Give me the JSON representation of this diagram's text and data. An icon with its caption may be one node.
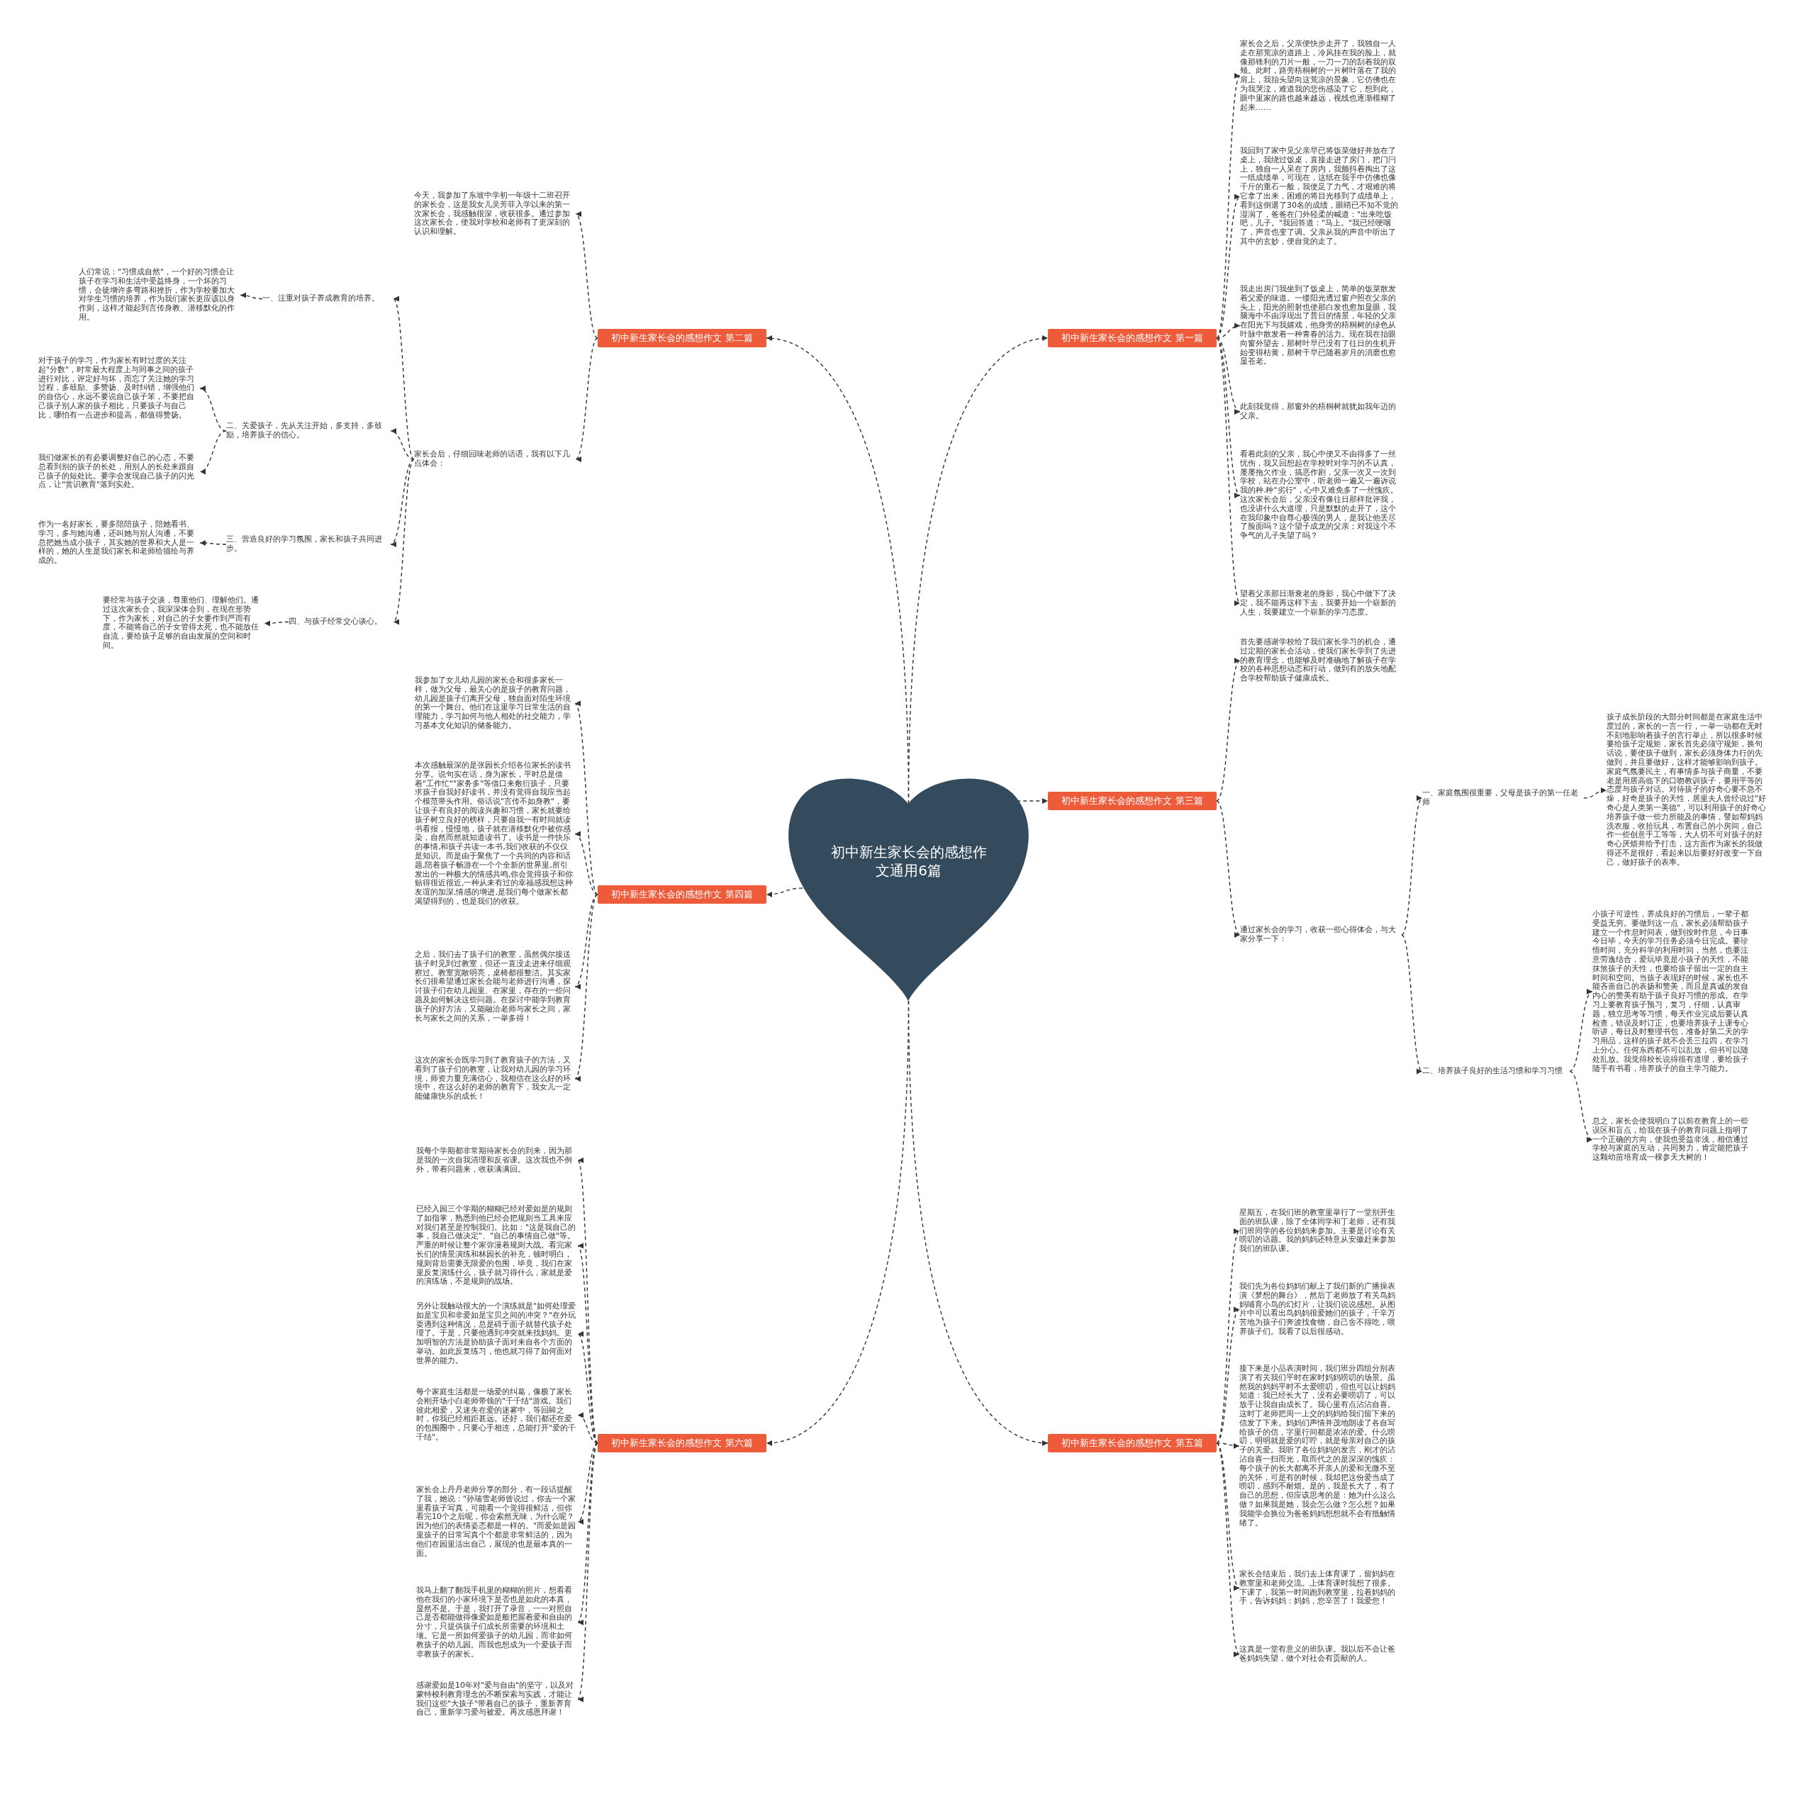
{
  "diagram": {
    "nodes": [
      {
        "text": [
          "初中新生家长会的感想作文通用6篇"
        ]
      },
      {
        "text": [
          "初中新生家长会的感想作文 第一篇"
        ]
      },
      {
        "text": [
          "家长会之后，父亲便快步走开了，我独自一人走在那荒凉的道路上，冷风挂在我的脸上，就像那锋利的刀片一般，一刀一刀的刮着我的双颊。此时，路旁梧桐树的一片树叶落在了我的肩上，我抬头望向这荒凉的景象，它仿佛也在为我哭泣，难道我的悲伤感染了它，想到此，眼中里家的路也越来越远，视线也逐渐模糊了起来……"
        ]
      },
      {
        "text": [
          "我回到了家中见父亲早已将饭菜做好并放在了桌上，我绕过饭桌，直接走进了房门，把门闩上，独自一人呆在了房内，我颤抖着掏出了这一纸成绩单，可现在，这纸在我手中仿佛也像千斤的重石一般，我使足了力气，才艰难的将它拿了出来，困难的将目光移到了成绩单上，看到这倒退了30名的成绩，眼睛已不知不觉的湿润了，爸爸在门外轻柔的喊道：\"出来吃饭吧，儿子。\"我回答道：\"马上。\"我已经哽咽了，声音也变了调。父亲从我的声音中听出了其中的玄妙，便自觉的走了。"
        ]
      },
      {
        "text": [
          "我走出房门我坐到了饭桌上，简单的饭菜散发着父爱的味道。一缕阳光透过窗户照在父亲的头上，阳光的照射也使那白发也愈加显眼，我脑海中不由浮现出了昔日的情景，年轻的父亲在阳光下与我嬉戏，他身旁的梧桐树的绿色从叶脉中散发着一种青春的活力。现在我在抬眼向窗外望去，那树叶早已没有了往日的生机开始变得枯黄，那树干早已随着岁月的消磨也愈显苍老。"
        ]
      },
      {
        "text": [
          "此刻我觉得，那窗外的梧桐树就犹如我年迈的父亲。"
        ]
      },
      {
        "text": [
          "看着此刻的父亲，我心中便又不由得多了一丝忧伤，我又回想起在学校时对学习的不认真，屡屡拖欠作业，搞恶作剧，父亲一次又一次到学校，站在办公室中，听老师一遍又一遍诉说我的种.种\"劣行\"，心中又难免多了一丝愧疚。这次家长会后，父亲没有像往日那样批评我，也没讲什么大道理，只是默默的走开了，这个在我印象中自尊心极强的男人，是我让他丢尽了脸面吗？这个望子成龙的父亲；对我这个不争气的儿子失望了吗？"
        ]
      },
      {
        "text": [
          "望着父亲那日渐衰老的身影，我心中做下了决定，我不能再这样下去，我要开始一个崭新的人生，我要建立一个崭新的学习态度。"
        ]
      },
      {
        "text": [
          "初中新生家长会的感想作文 第二篇"
        ]
      },
      {
        "text": [
          "今天，我参加了东坡中学初一年级十二班召开的家长会，这是我女儿吴芳菲入学以来的第一次家长会，我感触很深，收获很多。通过参加这次家长会，使我对学校和老师有了更深刻的认识和理解。"
        ]
      },
      {
        "text": [
          "家长会后，仔细回味老师的话语，我有以下几点体会："
        ]
      },
      {
        "text": [
          "一、注重对孩子养成教育的培养。"
        ]
      },
      {
        "text": [
          "人们常说：\"习惯成自然\"，一个好的习惯会让孩子在学习和生活中受益终身，一个坏的习惯，会徒增许多弯路和挫折，作为学校要加大对学生习惯的培养，作为我们家长更应该以身作则，这样才能起到言传身教、潜移默化的作用。"
        ]
      },
      {
        "text": [
          "二、关爱孩子，先从关注开始，多支持，多鼓励，培养孩子的信心。"
        ]
      },
      {
        "text": [
          "对于孩子的学习，作为家长有时过度的关注起\"分数\"，时常最大程度上与同事之间的孩子进行对比，评定好与坏，而忘了关注她的学习过程，多鼓励、多赞扬、及时纠错，增强他们的自信心，永远不要说自己孩子笨，不要把自己孩子别人家的孩子相比，只要孩子与自己比，哪怕有一点进步和提高，都值得赞扬。"
        ]
      },
      {
        "text": [
          "我们做家长的有必要调整好自己的心态，不要总看到别的孩子的长处，用别人的长处来跟自己孩子的短处比。要学会发现自己孩子的闪光点，让\"赏识教育\"落到实处。"
        ]
      },
      {
        "text": [
          "三、营造良好的学习氛围，家长和孩子共同进步。"
        ]
      },
      {
        "text": [
          "作为一名好家长，要多陪陪孩子，陪她看书、学习，多与她沟通，还叫她与别人沟通，不要总把她当成小孩子，其实她的世界和大人是一样的，她的人生是我们家长和老师给描绘与养成的。"
        ]
      },
      {
        "text": [
          "四、与孩子经常交心谈心。"
        ]
      },
      {
        "text": [
          "要经常与孩子交谈，尊重他们、理解他们。通过这次家长会，我深深体会到，在现在形势下，作为家长，对自己的子女要作到严而有度，不能将自己的子女管得太死，也不能放任自流，要给孩子足够的自由发展的空间和时间。"
        ]
      },
      {
        "text": [
          "初中新生家长会的感想作文 第三篇"
        ]
      },
      {
        "text": [
          "首先要感谢学校给了我们家长学习的机会，通过定期的家长会活动，使我们家长学到了先进的教育理念，也能够及时准确地了解孩子在学校的各种思想动态和行动，做到有的放矢地配合学校帮助孩子健康成长。"
        ]
      },
      {
        "text": [
          "通过家长会的学习，收获一些心得体会，与大家分享一下："
        ]
      },
      {
        "text": [
          "一、家庭氛围很重要，父母是孩子的第一任老师"
        ]
      },
      {
        "text": [
          "孩子成长阶段的大部分时间都是在家庭生活中度过的，家长的一言一行，一举一动都在无时不刻地影响着孩子的言行举止，所以很多时候要给孩子定规矩，家长首先必须守规矩，换句话说，要使孩子做到，家长必须身体力行的先做到，并且要做好，这样才能够影响到孩子。家庭气氛要民主，有事情多与孩子商量，不要老是用居高临下的口吻教训孩子，要用平等的态度与孩子对话。对待孩子的好奇心要不急不燥，好奇是孩子的天性，居里夫人曾经说过\"好奇心是人类第一美德\"，可以利用孩子的好奇心培养孩子做一些力所能及的事情，譬如帮妈妈洗衣服，收拾玩具，布置自己的小房间，自己作一些创意手工等等，大人切不可对孩子的好奇心厌烦并给予打击，这方面作为家长的我做得还不是很好，看起来以后要好好改变一下自己，做好孩子的表率。"
        ]
      },
      {
        "text": [
          "二、培养孩子良好的生活习惯和学习习惯"
        ]
      },
      {
        "text": [
          "小孩子可逆性，养成良好的习惯后，一辈子都受益无穷。要做到这一点，家长必须帮助孩子建立一个作息时间表，做到按时作息，今日事今日毕，今天的学习任务必须今日完成。要珍惜时间，充分科学的利用时间，当然，也要注意劳逸结合，爱玩毕竟是小孩子的天性，不能抹煞孩子的天性，也要给孩子留出一定的自主时间和空间。当孩子表现好的时候，家长也不能吝啬自己的表扬和赞美，而且是真诚的发自内心的赞美有助于孩子良好习惯的形成。在学习上要教育孩子预习，复习，仔细，认真审题，独立思考等习惯，每天作业完成后要认真检查，错误及时订正，也要培养孩子上课专心听讲，每日及时整理书包，准备好第二天的学习用品，这样的孩子就不会丢三拉四，在学习上分心。任何东西都不可以乱放，但书可以随处乱放。我觉得校长说得很有道理，要给孩子随手有书看，培养孩子的自主学习能力。"
        ]
      },
      {
        "text": [
          "总之，家长会使我明白了以前在教育上的一些误区和盲点，给我在孩子的教育问题上指明了一个正确的方向，使我也受益非浅，相信通过学校与家庭的互动，共同努力，肯定能把孩子这颗幼苗培育成一棵参天大树的！"
        ]
      },
      {
        "text": [
          "初中新生家长会的感想作文 第四篇"
        ]
      },
      {
        "text": [
          "我参加了女儿幼儿园的家长会和很多家长一样，做为父母，最关心的是孩子的教育问题，幼儿园是孩子们离开父母，独自面对陌生环境的第一个舞台。他们在这里学习日常生活的自理能力，学习如何与他人相处的社交能力，学习基本文化知识的储备能力。"
        ]
      },
      {
        "text": [
          "本次感触最深的是张园长介绍各位家长的读书分享。说句实在话，身为家长，平时总是借着\"工作忙\"\"家务多\"等借口来敷衍孩子，只要求孩子自我好好读书，并没有觉得自我应当起个模范带头作用。俗话说\"言传不如身教\"，要让孩子有良好的阅读兴趣和习惯，家长就要给孩子树立良好的榜样，只要自我一有时间就读书看报，慢慢地，孩子就在潜移默化中被你感染，自然而然就知道读书了。读书是一件快乐的事情,和孩子共读一本书,我们收获的不仅仅是知识。而是由于聚焦了一个共同的内容和话题,陪着孩子畅游在一个个全新的世界里,所引发出的一种极大的情感共鸣,你会觉得孩子和你贴得很近很近,一种从未有过的幸福感我想这种友谊的加深,情感的增进,是我们每个做家长都渴望得到的，也是我们的收获。"
        ]
      },
      {
        "text": [
          "之后，我们去了孩子们的教室，虽然偶尔接送孩子时见到过教室，但还一直没走进来仔细观察过。教室宽敞明亮，桌椅都很整洁。其实家长们很希望通过家长会能与老师进行沟通，探讨孩子们在幼儿园里、在家里，存在的一些问题及如何解决这些问题。在探讨中能学到教育孩子的好方法，又能融洽老师与家长之间，家长与家长之间的关系，一举多得！"
        ]
      },
      {
        "text": [
          "这次的家长会既学习到了教育孩子的方法，又看到了孩子们的教室，让我对幼儿园的学习环境，师资力量充满信心，我相信在这么好的环境中，在这么好的老师的教育下，我女儿一定能健康快乐的成长！"
        ]
      },
      {
        "text": [
          "初中新生家长会的感想作文 第五篇"
        ]
      },
      {
        "text": [
          "星期五，在我们班的教室里举行了一堂别开生面的班队课，除了全体同学和丁老师，还有我们班同学的各位妈妈来参加。主要是讨论有关唠叨的话题。我的妈妈还特意从安徽赶来参加我们的班队课。"
        ]
      },
      {
        "text": [
          "我们先为各位妈妈们献上了我们新的广播操表演《梦想的舞台》，然后丁老师放了有关鸟妈妈哺育小鸟的幻灯片，让我们说说感想。从图片中可以看出鸟妈妈很爱她们的孩子，千辛万苦地为孩子们奔波找食物，自己舍不得吃，喂养孩子们。我看了以后很感动。"
        ]
      },
      {
        "text": [
          "接下来是小品表演时间，我们班分四组分别表演了有关我们平时在家时妈妈唠叨的场景。虽然我的妈妈平时不太爱唠叨，但也可以让妈妈知道：我已经长大了，没有必要唠叨了，可以放手让我自由成长了。我心里有点沾沾自喜。这时丁老师把周一上交的妈妈给我们留下来的信发了下来。妈妈们声情并茂地朗读了各自写给孩子的信，字里行间都是浓浓的爱。什么唠叨，明明就是爱的叮咛，就是母亲对自己的孩子的关爱。我听了各位妈妈的发言，刚才的沾沾自喜一扫而光，取而代之的是深深的愧疚：每个孩子的长大都离不开亲人的爱和无微不至的关怀，可是有的时候，我却把这份爱当成了唠叨，感到不耐烦。是的，我是长大了，有了自己的思想，但应该思考的是：她为什么这么做？如果我是她，我会怎么做？怎么想？如果我能学会换位为爸爸妈妈想想就不会有抵触情绪了。"
        ]
      },
      {
        "text": [
          "家长会结束后，我们去上体育课了，留妈妈在教室里和老师交流。上体育课时我想了很多。下课了，我第一时间跑到教室里，拉着妈妈的手，告诉妈妈：妈妈，您辛苦了！我爱您！"
        ]
      },
      {
        "text": [
          "这真是一堂有意义的班队课。我以后不会让爸爸妈妈失望，做个对社会有贡献的人。"
        ]
      },
      {
        "text": [
          "初中新生家长会的感想作文 第六篇"
        ]
      },
      {
        "text": [
          "我每个学期都非常期待家长会的到来，因为那是我的一次自我清理和反省课。这次我也不例外，带着问题来，收获满满回。"
        ]
      },
      {
        "text": [
          "已经入园三个学期的糊糊已经对爱如是的规则了如指掌，熟悉到他已经会把规则当工具来应对我们甚至是控制我们。比如：\"这是我自己的事，我自己做决定\"、\"自己的事情自己做\"等。严重的时候让整个家弥漫着规则大战。看完家长们的情景演练和林园长的补充，顿时明白，规则背后需要无限爱的包围，毕竟，我们在家里反复演练什么，孩子就习得什么，家就是爱的演练场，不是规则的战场。"
        ]
      },
      {
        "text": [
          "另外让我触动很大的一个演练就是\"如何处理爱如是宝贝和非爱如是宝贝之间的冲突？\"在外玩耍遇到这种情况，总是碍于面子就替代孩子处理了。于是，只要他遇到冲突就来找妈妈。更加明智的方法是协助孩子面对来自各个方面的举动。如此反复练习，他也就习得了如何面对世界的能力。"
        ]
      },
      {
        "text": [
          "每个家庭生活都是一场爱的纠葛，像极了家长会刚开场小白老师带领的\"千千结\"游戏。我们彼此相爱，又迷失在爱的迷雾中，等回眸之时，你我已经相距甚远。还好，我们都还在爱的包围圈中，只要心手相连，总能打开\"爱的千千结\"。"
        ]
      },
      {
        "text": [
          "家长会上丹丹老师分享的部分，有一段话提醒了我，她说：\"孙瑞雪老师曾说过，你去一个家里看孩子写真，可能看一个觉得很鲜活，但你看完10个之后呢，你会索然无味，为什么呢？因为他们的表情姿态都是一样的。\"而爱如是园里孩子的日常写真个个都是非常鲜活的，因为他们在园里活出自己，展现的也是最本真的一面。"
        ]
      },
      {
        "text": [
          "我马上翻了翻我手机里的糊糊的照片，想看看他在我们的小家环境下是否也是如此的本真，显然不是。于是，我打开了录音，一一对照自己是否都能做得像爱如是般把握着爱和自由的分寸，只提供孩子们成长所需要的环境和土壤。它是一所如何爱孩子的幼儿园，而非如何教孩子的幼儿园。而我也想成为一个爱孩子而非教孩子的家长。"
        ]
      },
      {
        "text": [
          "感谢爱如是10年对\"爱与自由\"的坚守，以及对蒙特梭利教育理念的不断探索与实践，才能让我们这些\"大孩子\"带着自己的孩子，重新养育自己，重新学习爱与被爱。再次感恩拜谢！"
        ]
      }
    ],
    "edges": [
      {
        "from": 0,
        "to": 1,
        "arrow": "to",
        "style": "dashed"
      },
      {
        "from": 1,
        "to": 2,
        "arrow": "to",
        "style": "dashed"
      },
      {
        "from": 1,
        "to": 3,
        "arrow": "to",
        "style": "dashed"
      },
      {
        "from": 1,
        "to": 4,
        "arrow": "to",
        "style": "dashed"
      },
      {
        "from": 1,
        "to": 5,
        "arrow": "to",
        "style": "dashed"
      },
      {
        "from": 1,
        "to": 6,
        "arrow": "to",
        "style": "dashed"
      },
      {
        "from": 1,
        "to": 7,
        "arrow": "to",
        "style": "dashed"
      },
      {
        "from": 0,
        "to": 8,
        "arrow": "to",
        "style": "dashed"
      },
      {
        "from": 8,
        "to": 9,
        "arrow": "to",
        "style": "dashed"
      },
      {
        "from": 8,
        "to": 10,
        "arrow": "to",
        "style": "dashed"
      },
      {
        "from": 10,
        "to": 11,
        "arrow": "to",
        "style": "dashed"
      },
      {
        "from": 11,
        "to": 12,
        "arrow": "to",
        "style": "dashed"
      },
      {
        "from": 10,
        "to": 13,
        "arrow": "to",
        "style": "dashed"
      },
      {
        "from": 13,
        "to": 14,
        "arrow": "to",
        "style": "dashed"
      },
      {
        "from": 13,
        "to": 15,
        "arrow": "to",
        "style": "dashed"
      },
      {
        "from": 10,
        "to": 16,
        "arrow": "to",
        "style": "dashed"
      },
      {
        "from": 16,
        "to": 17,
        "arrow": "to",
        "style": "dashed"
      },
      {
        "from": 10,
        "to": 18,
        "arrow": "to",
        "style": "dashed"
      },
      {
        "from": 18,
        "to": 19,
        "arrow": "to",
        "style": "dashed"
      },
      {
        "from": 0,
        "to": 20,
        "arrow": "to",
        "style": "dashed"
      },
      {
        "from": 20,
        "to": 21,
        "arrow": "to",
        "style": "dashed"
      },
      {
        "from": 20,
        "to": 22,
        "arrow": "to",
        "style": "dashed"
      },
      {
        "from": 22,
        "to": 23,
        "arrow": "to",
        "style": "dashed"
      },
      {
        "from": 23,
        "to": 24,
        "arrow": "to",
        "style": "dashed"
      },
      {
        "from": 22,
        "to": 25,
        "arrow": "to",
        "style": "dashed"
      },
      {
        "from": 25,
        "to": 26,
        "arrow": "to",
        "style": "dashed"
      },
      {
        "from": 25,
        "to": 27,
        "arrow": "to",
        "style": "dashed"
      },
      {
        "from": 0,
        "to": 28,
        "arrow": "to",
        "style": "dashed"
      },
      {
        "from": 28,
        "to": 29,
        "arrow": "to",
        "style": "dashed"
      },
      {
        "from": 28,
        "to": 30,
        "arrow": "to",
        "style": "dashed"
      },
      {
        "from": 28,
        "to": 31,
        "arrow": "to",
        "style": "dashed"
      },
      {
        "from": 28,
        "to": 32,
        "arrow": "to",
        "style": "dashed"
      },
      {
        "from": 0,
        "to": 33,
        "arrow": "to",
        "style": "dashed"
      },
      {
        "from": 33,
        "to": 34,
        "arrow": "to",
        "style": "dashed"
      },
      {
        "from": 33,
        "to": 35,
        "arrow": "to",
        "style": "dashed"
      },
      {
        "from": 33,
        "to": 36,
        "arrow": "to",
        "style": "dashed"
      },
      {
        "from": 33,
        "to": 37,
        "arrow": "to",
        "style": "dashed"
      },
      {
        "from": 33,
        "to": 38,
        "arrow": "to",
        "style": "dashed"
      },
      {
        "from": 0,
        "to": 39,
        "arrow": "to",
        "style": "dashed"
      },
      {
        "from": 39,
        "to": 40,
        "arrow": "to",
        "style": "dashed"
      },
      {
        "from": 39,
        "to": 41,
        "arrow": "to",
        "style": "dashed"
      },
      {
        "from": 39,
        "to": 42,
        "arrow": "to",
        "style": "dashed"
      },
      {
        "from": 39,
        "to": 43,
        "arrow": "to",
        "style": "dashed"
      },
      {
        "from": 39,
        "to": 44,
        "arrow": "to",
        "style": "dashed"
      },
      {
        "from": 39,
        "to": 45,
        "arrow": "to",
        "style": "dashed"
      },
      {
        "from": 39,
        "to": 46,
        "arrow": "to",
        "style": "dashed"
      }
    ]
  }
}
